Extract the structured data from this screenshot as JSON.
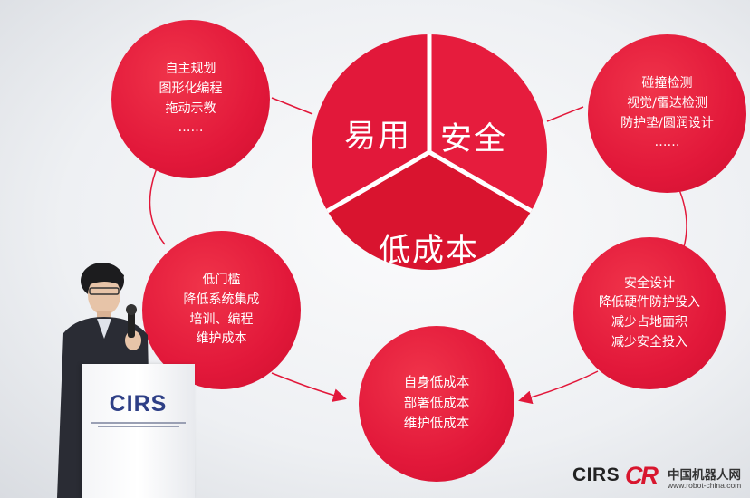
{
  "diagram": {
    "center_labels": [
      "易用",
      "安全",
      "低成本"
    ],
    "top_left": [
      "自主规划",
      "图形化编程",
      "拖动示教",
      "……"
    ],
    "top_right": [
      "碰撞检测",
      "视觉/雷达检测",
      "防护垫/圆润设计",
      "……"
    ],
    "mid_left": [
      "低门槛",
      "降低系统集成",
      "培训、编程",
      "维护成本"
    ],
    "mid_right": [
      "安全设计",
      "降低硬件防护投入",
      "减少占地面积",
      "减少安全投入"
    ],
    "bottom": [
      "自身低成本",
      "部署低成本",
      "维护低成本"
    ]
  },
  "podium": {
    "logo": "CIRS"
  },
  "watermark": {
    "brand": "CIRS",
    "cr_logo": "CR",
    "site_name": "中国机器人网",
    "site_url": "www.robot-china.com"
  },
  "colors": {
    "accent_red": "#e2183a",
    "podium_blue": "#2e3f86"
  }
}
